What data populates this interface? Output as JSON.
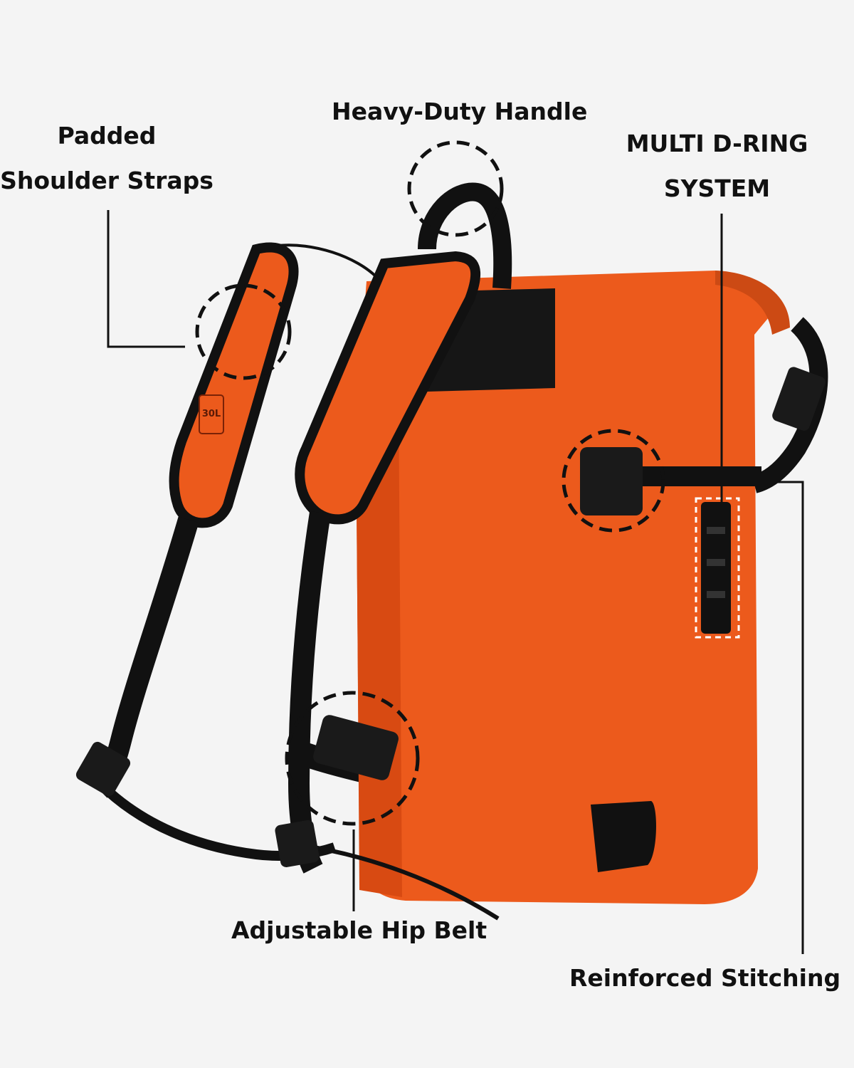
{
  "labels": {
    "padded_line1": "Padded",
    "padded_line2": "Shoulder Straps",
    "handle": "Heavy-Duty Handle",
    "dring_line1": "MULTI D-RING",
    "dring_line2": "SYSTEM",
    "hip_belt": "Adjustable Hip Belt",
    "stitching": "Reinforced Stitching"
  },
  "strap_badge": "30L",
  "colors": {
    "background": "#f4f4f4",
    "bag_orange": "#ec5a1c",
    "bag_orange_shade": "#d84a12",
    "webbing_black": "#111111",
    "callout_line": "#111111"
  }
}
